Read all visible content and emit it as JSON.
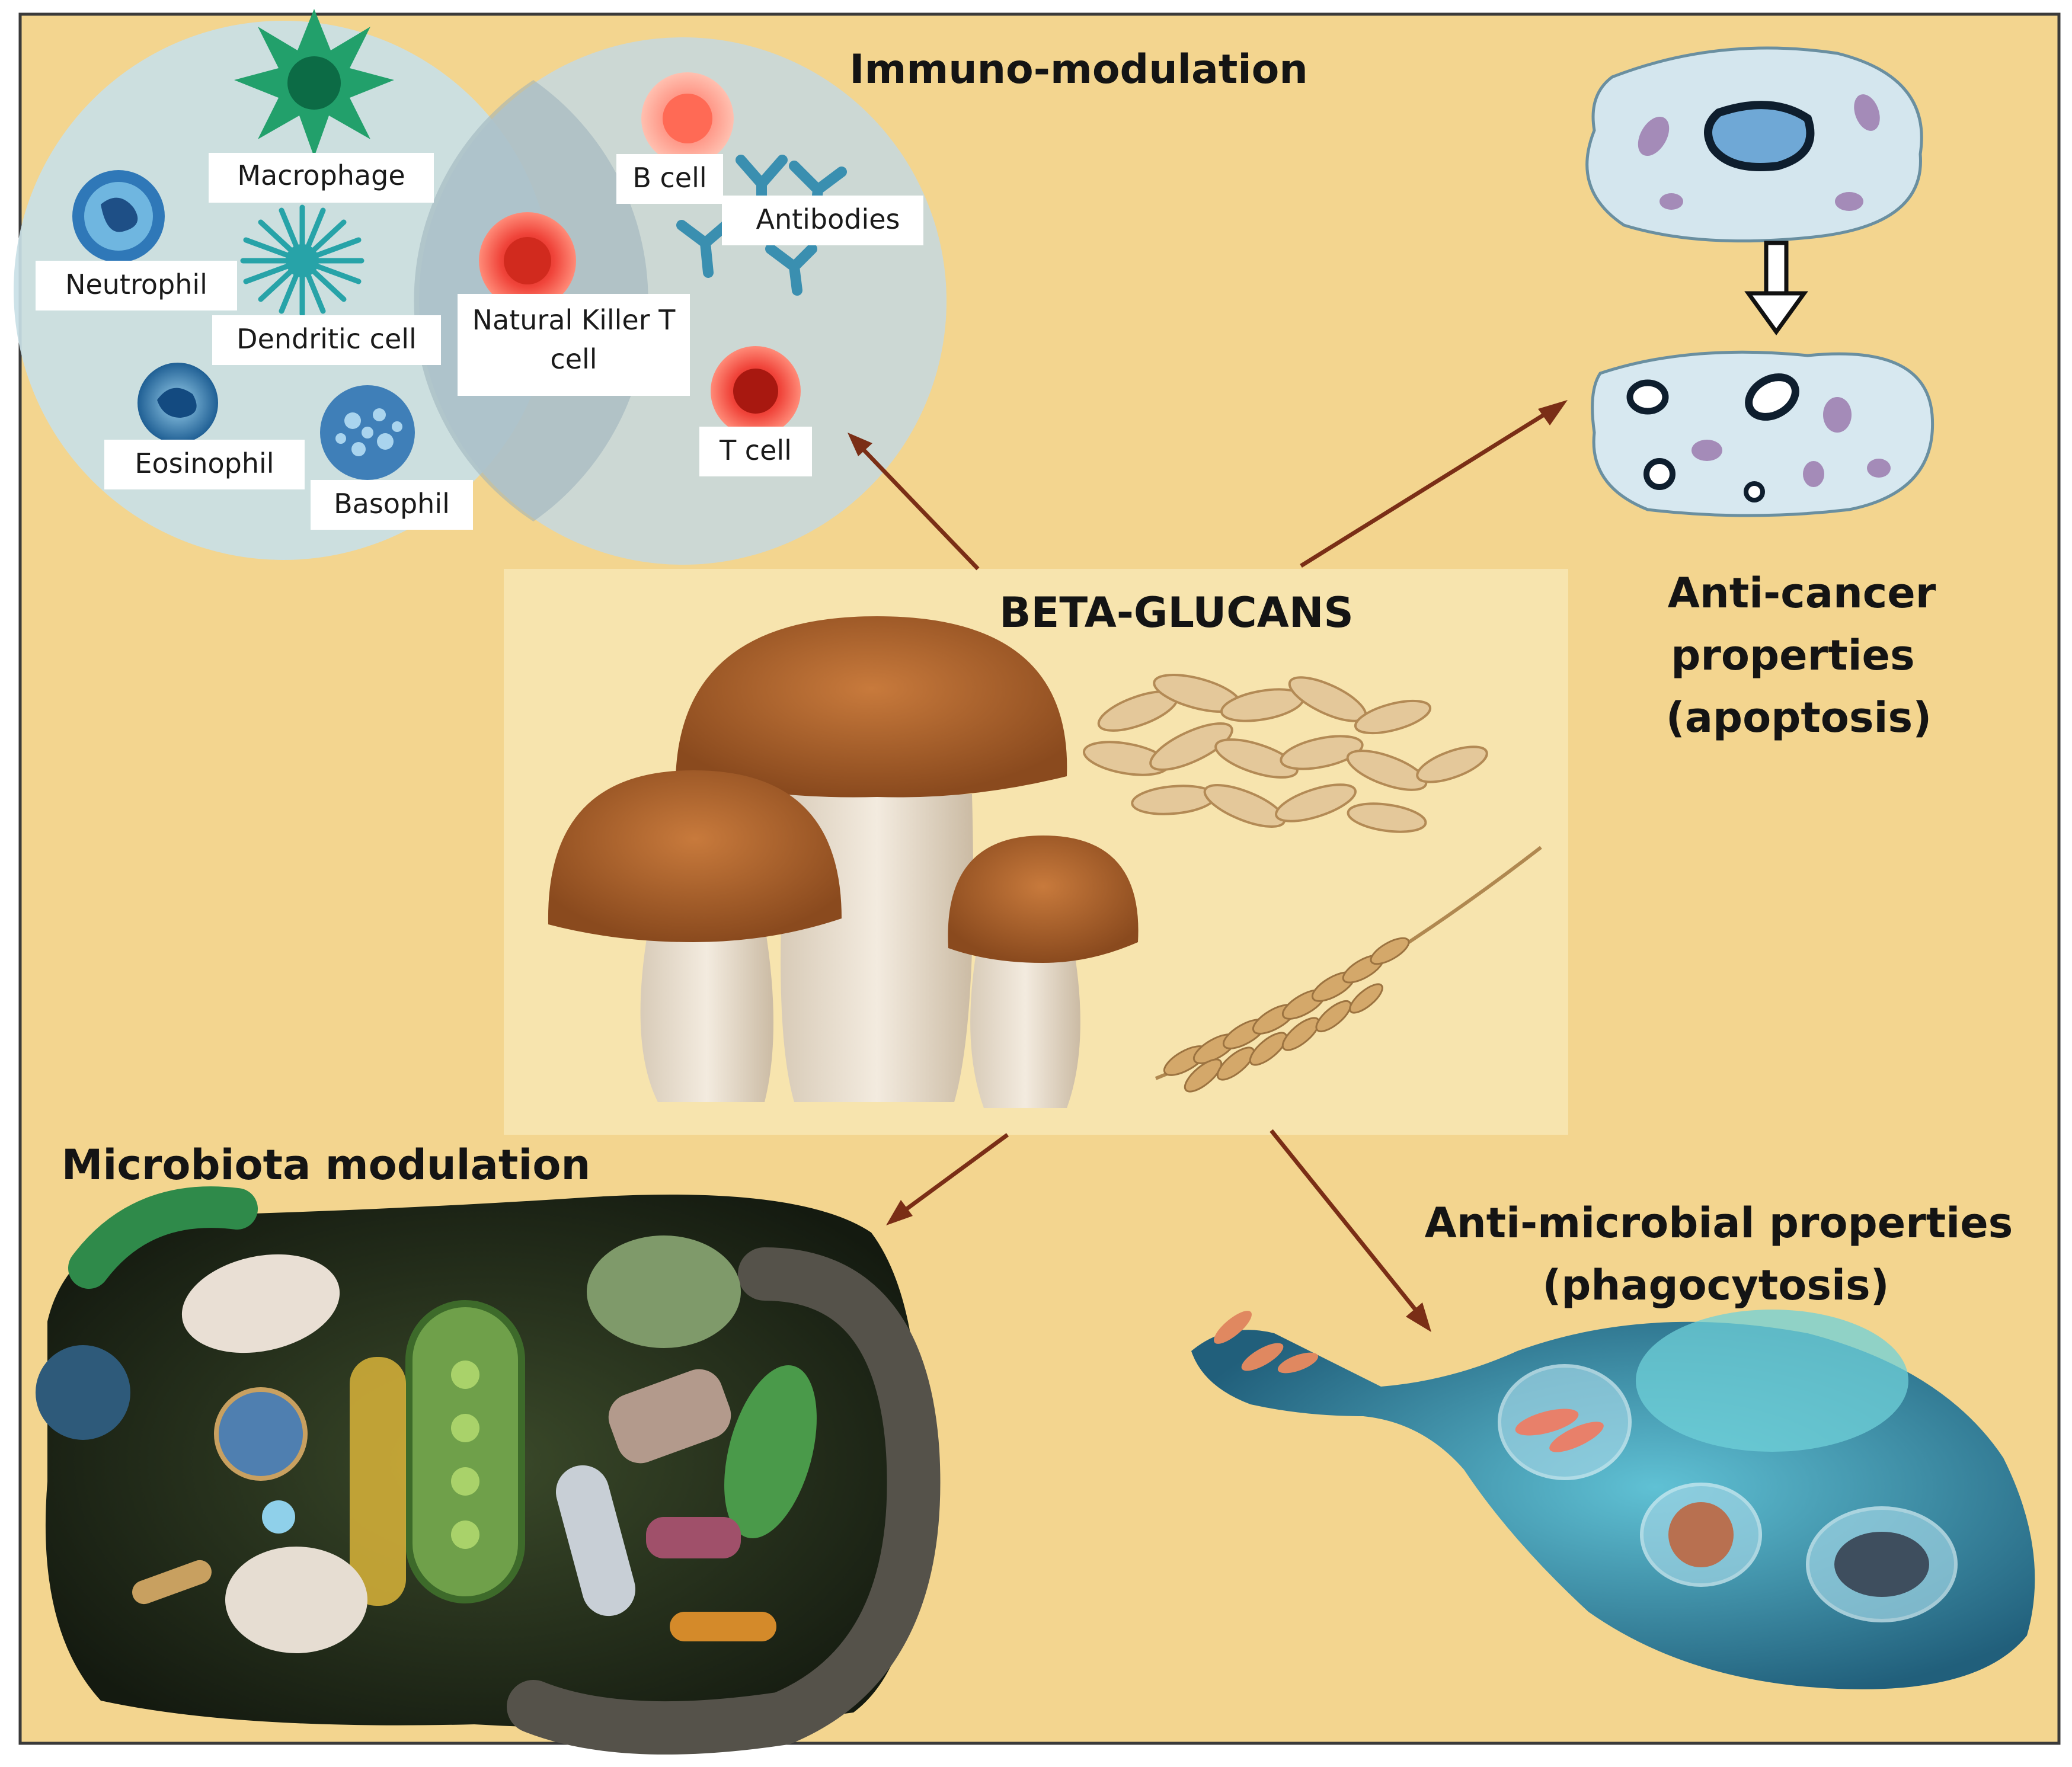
{
  "center": {
    "title": "BETA-GLUCANS"
  },
  "immuno": {
    "title": "Immuno-modulation",
    "labels": {
      "macrophage": "Macrophage",
      "neutrophil": "Neutrophil",
      "dendritic": "Dendritic cell",
      "eosinophil": "Eosinophil",
      "basophil": "Basophil",
      "nkt_line1": "Natural Killer T",
      "nkt_line2": "cell",
      "bcell": "B cell",
      "antibodies": "Antibodies",
      "tcell": "T cell"
    }
  },
  "anticancer": {
    "line1": "Anti-cancer",
    "line2": "properties",
    "line3": "(apoptosis)"
  },
  "microbiota": {
    "title": "Microbiota modulation"
  },
  "antimicrobial": {
    "line1": "Anti-microbial properties",
    "line2": "(phagocytosis)"
  },
  "colors": {
    "background": "#f3d58f",
    "arrow": "#7a2e16",
    "label_box": "#ffffff",
    "mushroom_cap": "#b0652e",
    "phagocyte": "#2f8fb0"
  }
}
